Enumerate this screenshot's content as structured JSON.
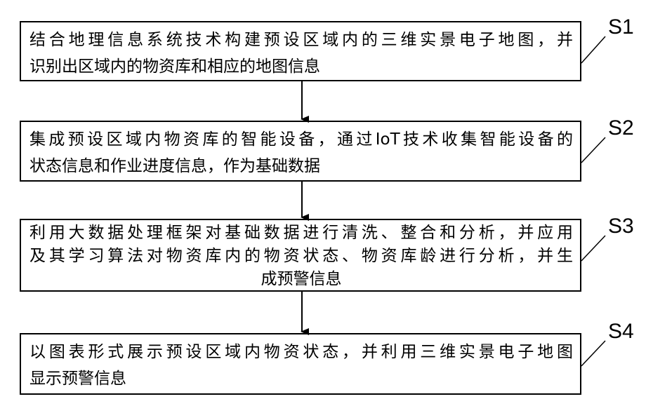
{
  "steps": [
    {
      "label": "S1",
      "lines": [
        "结合地理信息系统技术构建预设区域内的三维实景电子地图，并",
        "识别出区域内的物资库和相应的地图信息"
      ]
    },
    {
      "label": "S2",
      "lines": [
        "集成预设区域内物资库的智能设备，通过IoT技术收集智能设备的",
        "状态信息和作业进度信息，作为基础数据"
      ]
    },
    {
      "label": "S3",
      "lines": [
        "利用大数据处理框架对基础数据进行清洗、整合和分析，并应用",
        "及其学习算法对物资库内的物资状态、物资库龄进行分析，并生",
        "成预警信息"
      ]
    },
    {
      "label": "S4",
      "lines": [
        "以图表形式展示预设区域内物资状态，并利用三维实景电子地图",
        "显示预警信息"
      ]
    }
  ]
}
